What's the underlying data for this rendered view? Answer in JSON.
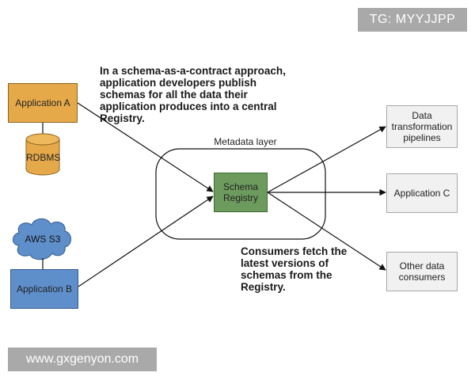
{
  "top_note": "In a schema-as-a-contract approach, application developers publish schemas for all the data their application produces into a central Registry.",
  "bottom_note": "Consumers fetch the latest versions of schemas from the Registry.",
  "metadata_layer_label": "Metadata layer",
  "nodes": {
    "application_a": "Application A",
    "rdbms": "RDBMS",
    "aws_s3": "AWS S3",
    "application_b": "Application B",
    "schema_registry": "Schema Registry",
    "data_transformation_pipelines": "Data transformation pipelines",
    "application_c": "Application C",
    "other_data_consumers": "Other data consumers"
  },
  "watermarks": {
    "top_right": "TG: MYYJJPP",
    "bottom_left": "www.gxgenyon.com"
  },
  "colors": {
    "application_a": "#e5a94a",
    "rdbms": "#e5a94a",
    "aws_s3": "#5f8fcb",
    "application_b": "#5f8fcb",
    "schema_registry": "#6d9b5e",
    "consumer_boxes": "#f1f1f1"
  }
}
